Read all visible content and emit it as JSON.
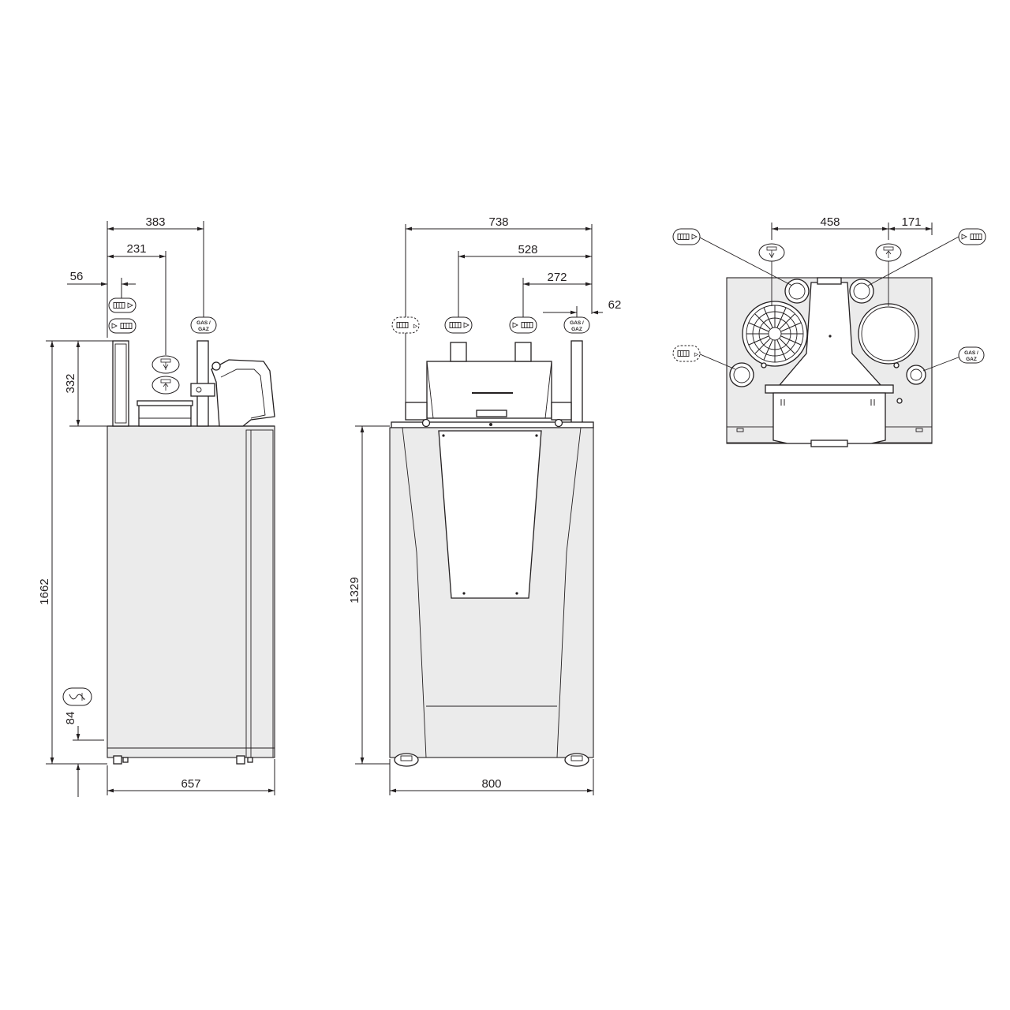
{
  "dimensions": {
    "side_view": {
      "d383": "383",
      "d231": "231",
      "d56": "56",
      "d332": "332",
      "d1662": "1662",
      "d84": "84",
      "d657": "657"
    },
    "front_view": {
      "d738": "738",
      "d528": "528",
      "d272": "272",
      "d62": "62",
      "d1329": "1329",
      "d800": "800"
    },
    "top_view": {
      "d458": "458",
      "d171": "171"
    }
  },
  "labels": {
    "gas": [
      "GAS /",
      "GAZ"
    ]
  },
  "icons": [
    "heating-flow-icon",
    "heating-return-icon",
    "gas-connection-icon",
    "flue-exhaust-icon",
    "air-intake-icon",
    "expansion-vessel-icon",
    "condensate-drain-icon"
  ],
  "colors": {
    "line": "#231f20",
    "fill_grey": "#ebebeb"
  }
}
